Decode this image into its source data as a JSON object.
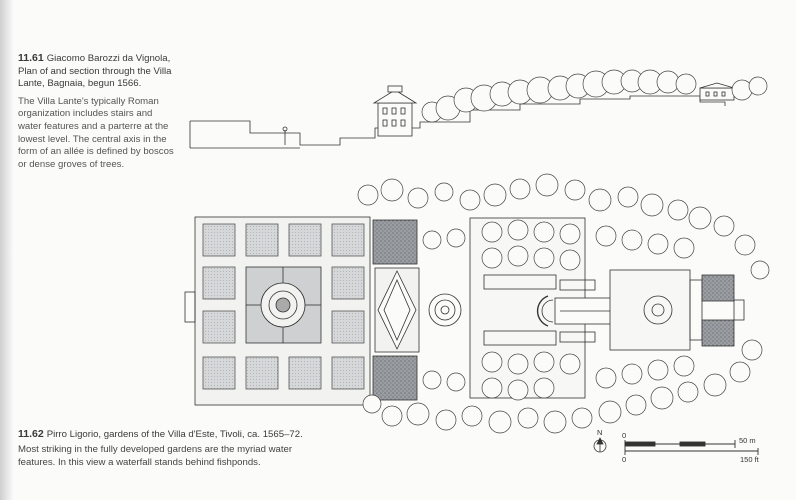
{
  "fig1": {
    "number": "11.61",
    "title": "Giacomo Barozzi da Vignola, Plan of and section through the Villa Lante, Bagnaia, begun 1566.",
    "body": "The Villa Lante's typically Roman organization includes stairs and water features and a parterre at the lowest level. The central axis in the form of an allée is defined by boscos or dense groves of trees."
  },
  "fig2": {
    "number": "11.62",
    "title": "Pirro Ligorio, gardens of the Villa d'Este, Tivoli, ca. 1565–72.",
    "body": "Most striking in the fully developed gardens are the myriad water features. In this view a waterfall stands behind fishponds."
  },
  "scale": {
    "zero_top": "0",
    "metric": "50 m",
    "zero_bottom": "0",
    "imperial": "150 ft",
    "north": "N"
  }
}
